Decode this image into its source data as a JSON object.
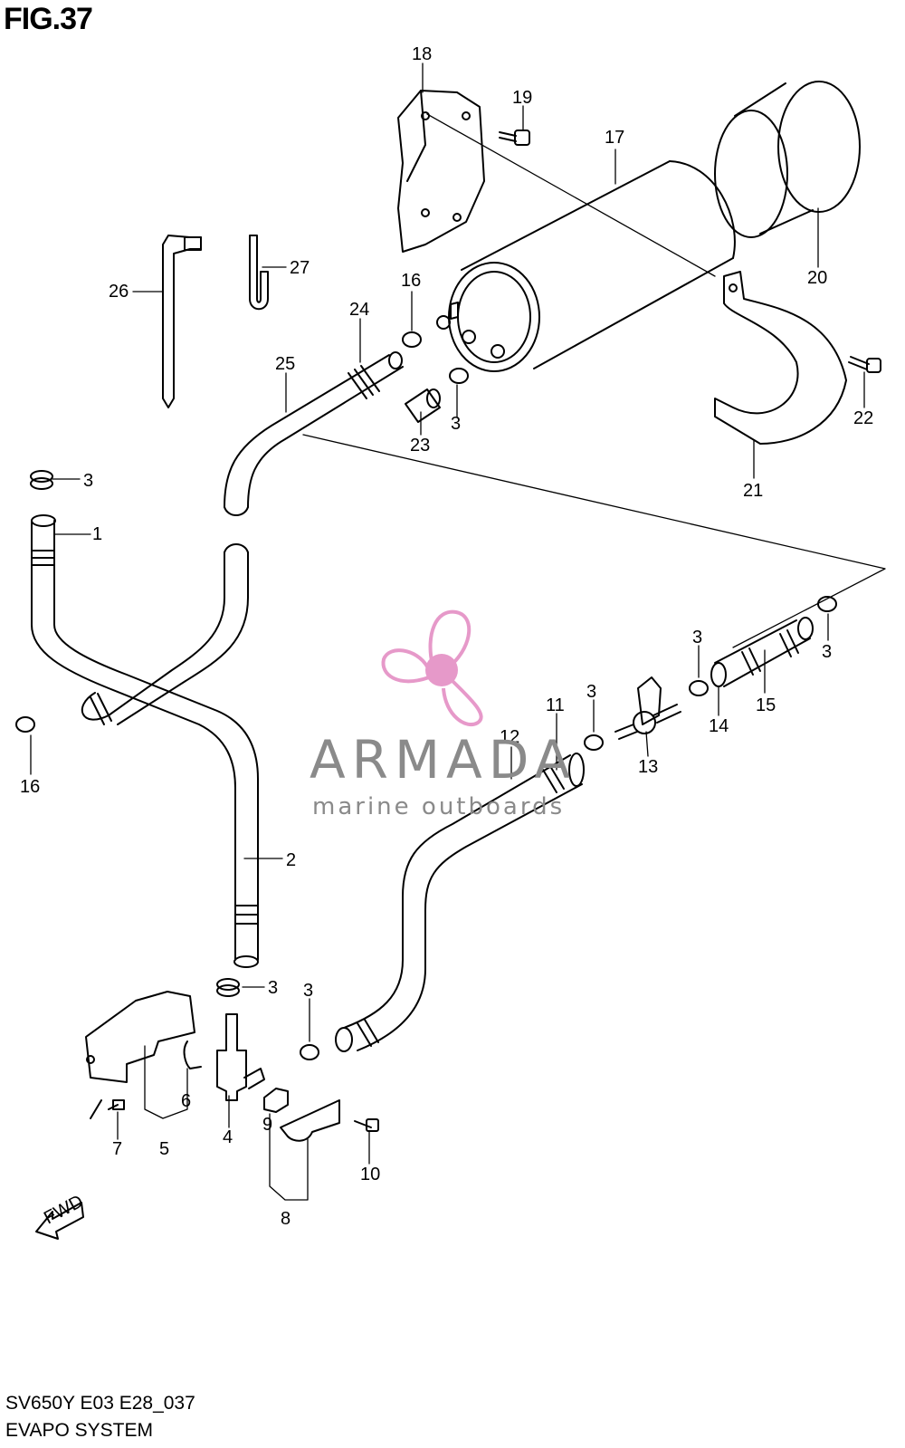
{
  "figure": "FIG.37",
  "footer": {
    "code": "SV650Y E03 E28_037",
    "name": "EVAPO SYSTEM"
  },
  "watermark": {
    "brand": "ARMADA",
    "tagline": "marine outboards",
    "color": "#e48ec4"
  },
  "direction_badge": "FWD",
  "callouts": [
    "1",
    "2",
    "3",
    "3",
    "3",
    "3",
    "3",
    "3",
    "3",
    "4",
    "5",
    "6",
    "7",
    "8",
    "9",
    "10",
    "11",
    "12",
    "13",
    "14",
    "15",
    "16",
    "16",
    "17",
    "18",
    "19",
    "20",
    "21",
    "22",
    "23",
    "24",
    "25",
    "26",
    "27"
  ]
}
